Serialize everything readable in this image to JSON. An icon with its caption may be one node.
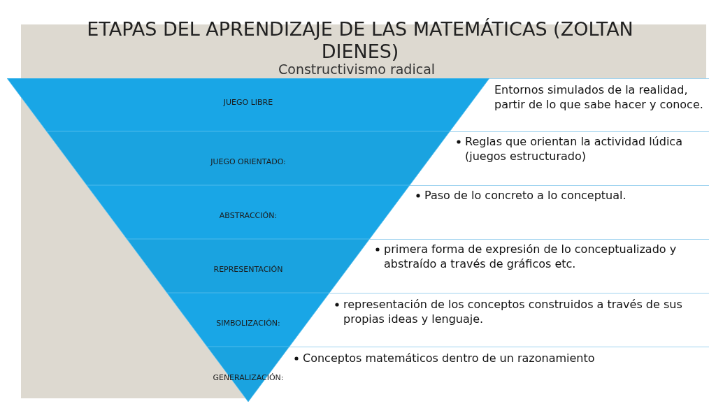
{
  "diagram": {
    "title": "ETAPAS DEL APRENDIZAJE DE LAS MATEMÁTICAS (ZOLTAN DIENES)",
    "nodes": [
      {
        "text": [
          "JUEGO LIBRE",
          "Entornos simulados de la realidad, partir de lo que sabe hacer y conoce."
        ]
      },
      {
        "text": [
          "JUEGO ORIENTADO:",
          "Reglas que orientan la actividad lúdica (juegos estructurado)"
        ]
      },
      {
        "text": [
          "ABSTRACCIÓN:",
          "Paso de lo concreto a lo conceptual."
        ]
      },
      {
        "text": [
          "REPRESENTACIÓN",
          "primera forma de expresión de lo conceptualizado y abstraído a través de gráficos etc."
        ]
      },
      {
        "text": [
          "SIMBOLIZACIÓN:",
          "representación de los conceptos construidos a través de sus propias ideas y lenguaje."
        ]
      },
      {
        "text": [
          "GENERALIZACIÓN:",
          "Conceptos matemáticos dentro de un razonamiento"
        ]
      }
    ],
    "edges": [],
    "labels": [
      "Constructivismo radical"
    ]
  }
}
